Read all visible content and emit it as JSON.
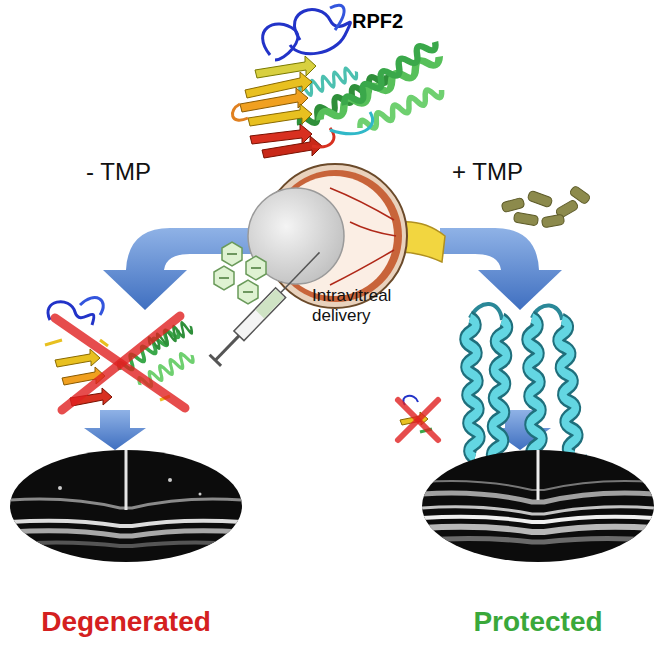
{
  "diagram": {
    "nodes": [
      {
        "text": [
          "Degenerated"
        ]
      },
      {
        "text": [
          "Protected"
        ]
      }
    ],
    "labels": [
      "RPF2",
      "- TMP",
      "+ TMP",
      "Intravitreal delivery"
    ]
  }
}
